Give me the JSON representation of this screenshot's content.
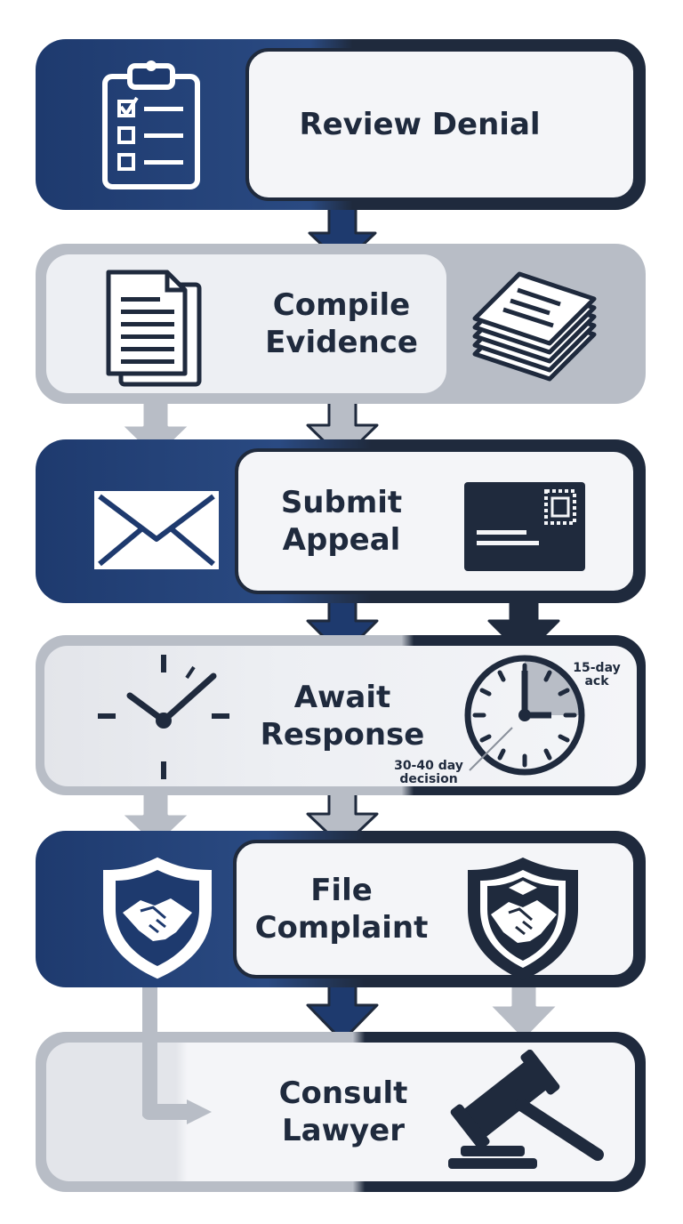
{
  "steps": [
    {
      "label": "Review Denial",
      "icon": "clipboard-checklist-icon"
    },
    {
      "label": "Compile\nEvidence",
      "icon": "document-icon"
    },
    {
      "label": "Submit\nAppeal",
      "icon": "envelope-icon"
    },
    {
      "label": "Await\nResponse",
      "icon": "clock-icon"
    },
    {
      "label": "File\nComplaint",
      "icon": "handshake-shield-icon"
    },
    {
      "label": "Consult\nLawyer",
      "icon": "gavel-icon"
    }
  ],
  "timer_notes": {
    "ack": "15-day\nack",
    "decision": "30-40 day\ndecision"
  },
  "colors": {
    "navy": "#1e3a6e",
    "dark": "#1f2a3d",
    "gray": "#b8bdc6",
    "light": "#f4f5f8"
  }
}
